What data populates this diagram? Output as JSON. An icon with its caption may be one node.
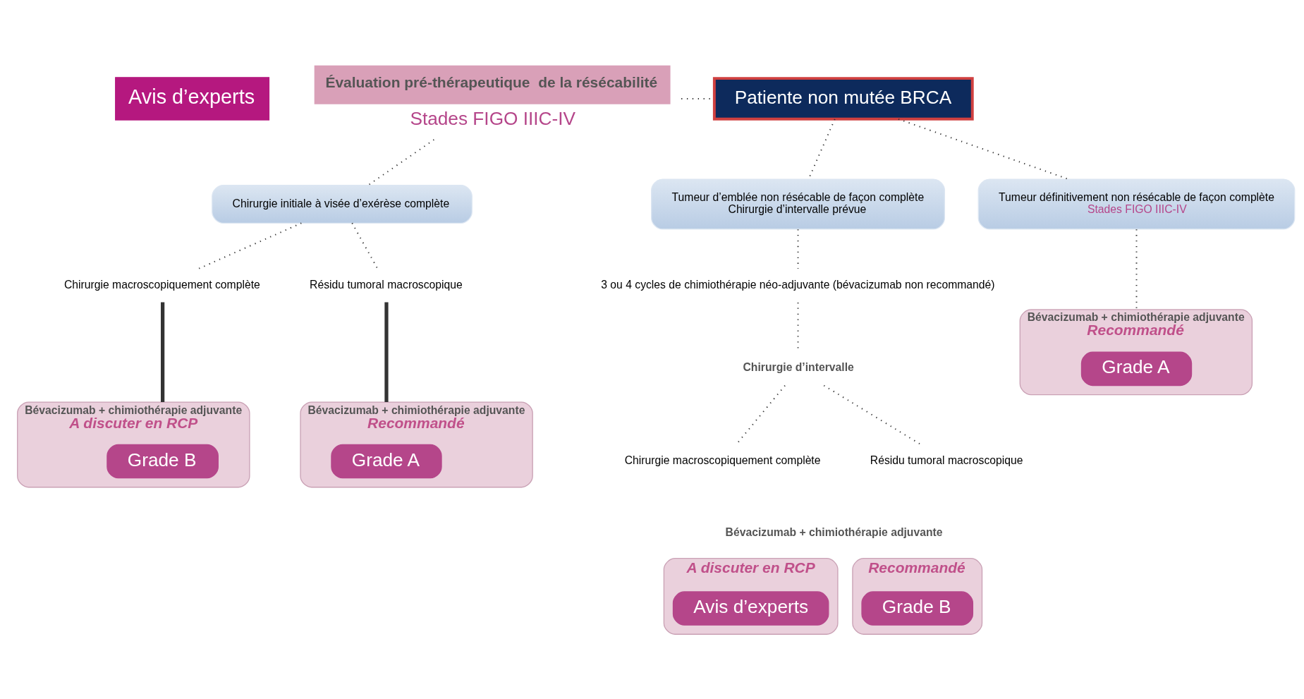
{
  "diagram": {
    "nodes": [
      {
        "text": [
          "Avis d’experts"
        ]
      },
      {
        "text": [
          "Évaluation pré-thérapeutique  de la résécabilité"
        ],
        "beside": [
          "Stades FIGO IIIC-IV"
        ]
      },
      {
        "text": [
          "Patiente non mutée BRCA"
        ]
      },
      {
        "text": [
          "Chirurgie initiale à visée d’exérèse complète"
        ]
      },
      {
        "text": [
          "Tumeur d’emblée non résécable de façon complète",
          "Chirurgie d’intervalle prévue"
        ]
      },
      {
        "text": [
          "Tumeur définitivement non résécable de façon complète",
          "Stades FIGO IIIC-IV"
        ]
      },
      {
        "text": [
          "Chirurgie macroscopiquement complète"
        ]
      },
      {
        "text": [
          "Résidu tumoral macroscopique"
        ]
      },
      {
        "text": [
          "3 ou 4 cycles de chimiothérapie néo-adjuvante (bévacizumab non recommandé)"
        ]
      },
      {
        "text": [
          "Chirurgie d’intervalle"
        ]
      },
      {
        "text": [
          "Chirurgie macroscopiquement complète"
        ]
      },
      {
        "text": [
          "Résidu tumoral macroscopique"
        ]
      },
      {
        "text": [
          "Bévacizumab + chimiothérapie adjuvante",
          "A discuter en RCP"
        ]
      },
      {
        "text": [
          "Grade B"
        ],
        "in": 12
      },
      {
        "text": [
          "Bévacizumab + chimiothérapie adjuvante",
          "Recommandé"
        ]
      },
      {
        "text": [
          "Grade A"
        ],
        "in": 14
      },
      {
        "text": [
          "A discuter en RCP"
        ]
      },
      {
        "text": [
          "Avis d’experts"
        ],
        "in": 16
      },
      {
        "text": [
          "Recommandé"
        ]
      },
      {
        "text": [
          "Grade B"
        ],
        "in": 18
      },
      {
        "text": [
          "Bévacizumab + chimiothérapie adjuvante",
          "Recommandé"
        ]
      },
      {
        "text": [
          "Grade A"
        ],
        "in": 20
      }
    ],
    "edges": [
      {
        "from": 1,
        "to": 3,
        "arrow": "none",
        "style": "dashed"
      },
      {
        "from": 1,
        "to": 2,
        "arrow": "none",
        "style": "dashed"
      },
      {
        "from": 2,
        "to": 4,
        "arrow": "none",
        "style": "dashed"
      },
      {
        "from": 2,
        "to": 5,
        "arrow": "none",
        "style": "dashed"
      },
      {
        "from": 3,
        "to": 6,
        "arrow": "none",
        "style": "dashed"
      },
      {
        "from": 3,
        "to": 7,
        "arrow": "none",
        "style": "dashed"
      },
      {
        "from": 6,
        "to": 12,
        "arrow": "none",
        "style": "thick"
      },
      {
        "from": 7,
        "to": 14,
        "arrow": "none",
        "style": "thick"
      },
      {
        "from": 4,
        "to": 8,
        "arrow": "none",
        "style": "dashed"
      },
      {
        "from": 8,
        "to": 9,
        "arrow": "none",
        "style": "dashed"
      },
      {
        "from": 9,
        "to": 10,
        "arrow": "none",
        "style": "dashed"
      },
      {
        "from": 9,
        "to": 11,
        "arrow": "none",
        "style": "dashed"
      },
      {
        "from": 5,
        "to": 20,
        "arrow": "none",
        "style": "dashed"
      }
    ],
    "labels": [
      "Bévacizumab + chimiothérapie adjuvante"
    ]
  }
}
